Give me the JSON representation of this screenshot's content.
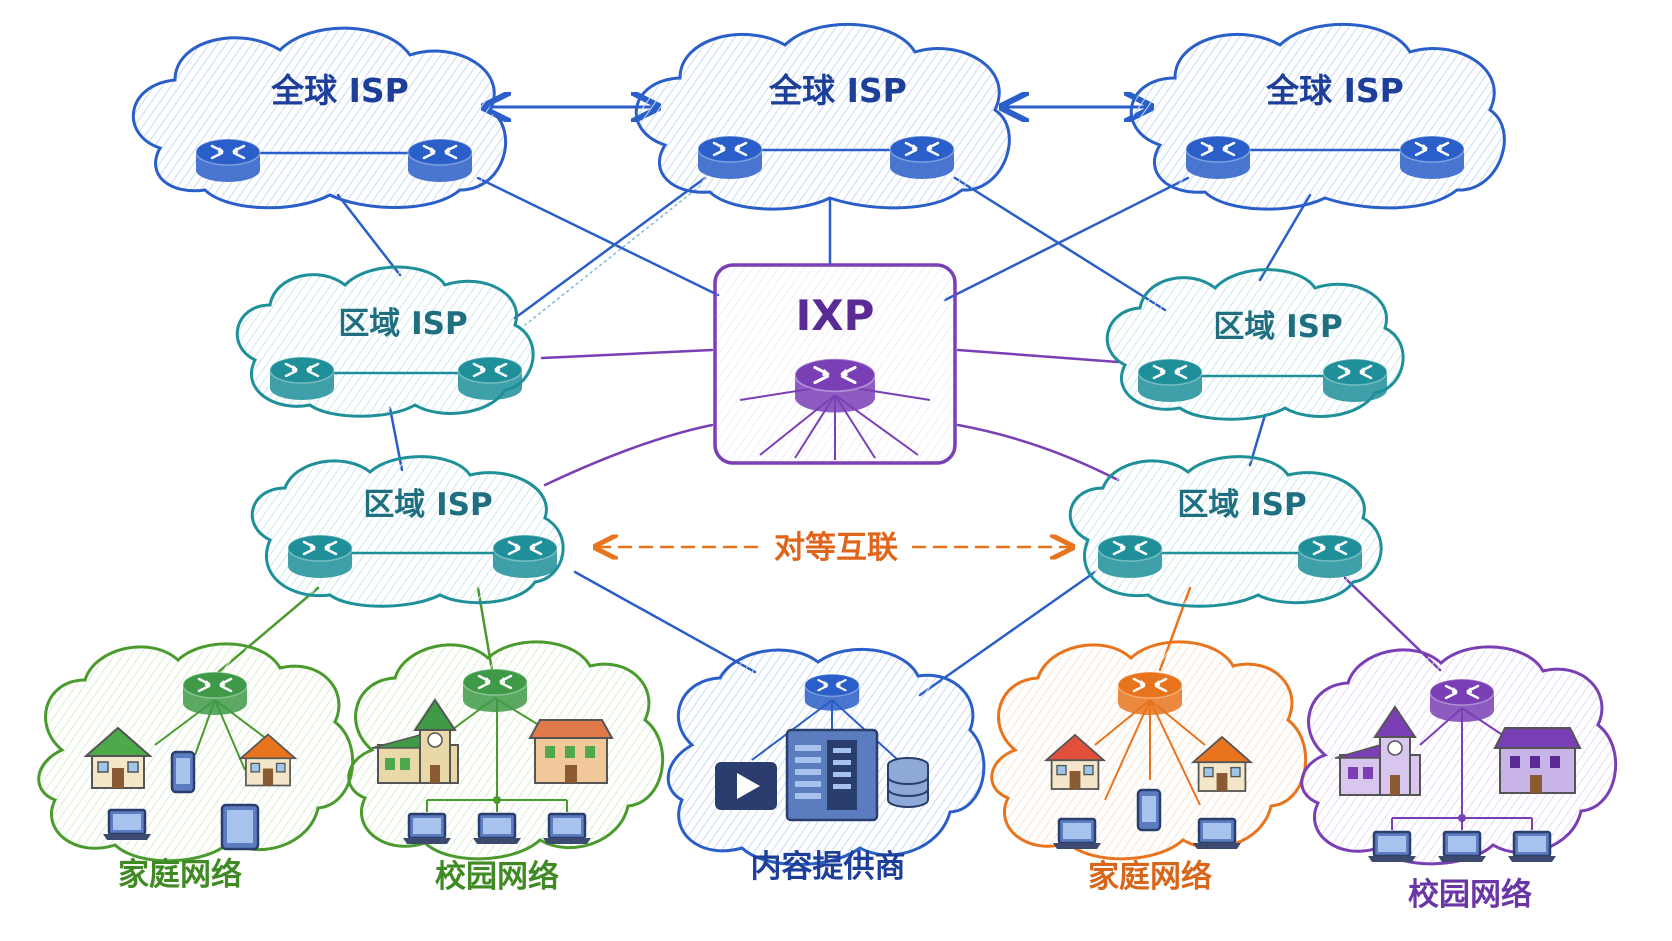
{
  "global_isp": {
    "label": "全球 ISP"
  },
  "ixp": {
    "label": "IXP"
  },
  "regional_isp": {
    "label": "区域 ISP"
  },
  "peering": {
    "label": "对等互联"
  },
  "edge": {
    "home_network": "家庭网络",
    "campus_network": "校园网络",
    "content_provider": "内容提供商"
  },
  "colors": {
    "global_blue": "#2a5ec8",
    "regional_teal": "#1f8f9a",
    "ixp_purple": "#7a3fb5",
    "peering_orange": "#e8741e",
    "home_green": "#4a9a2e",
    "campus_green": "#4a9a2e",
    "home_orange": "#e8741e",
    "campus_purple": "#7a3fb5",
    "content_blue": "#2a5ec8"
  }
}
